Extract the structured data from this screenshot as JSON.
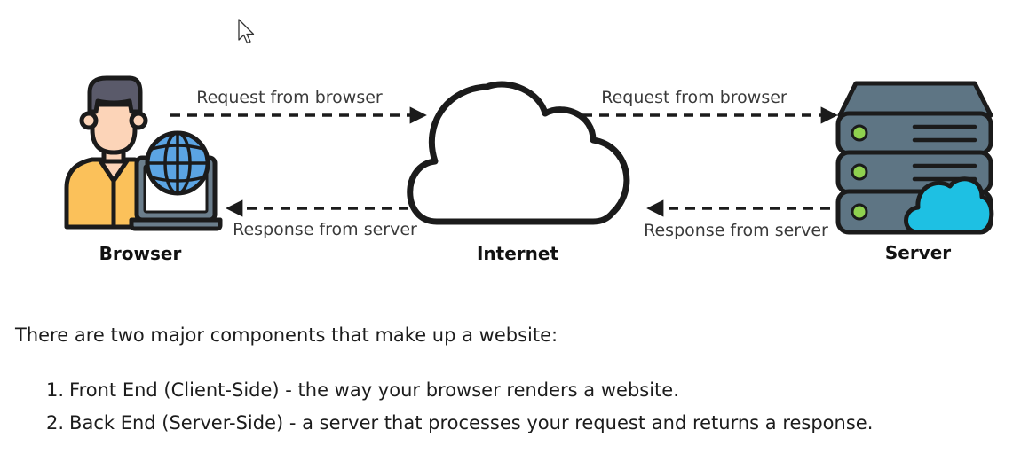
{
  "diagram": {
    "nodes": {
      "browser": {
        "label": "Browser",
        "icon": "user-laptop-globe-icon"
      },
      "internet": {
        "label": "Internet",
        "icon": "cloud-icon"
      },
      "server": {
        "label": "Server",
        "icon": "server-rack-cloud-icon"
      }
    },
    "edges": [
      {
        "from": "browser",
        "to": "internet",
        "label": "Request from browser"
      },
      {
        "from": "internet",
        "to": "browser",
        "label": "Response from server"
      },
      {
        "from": "internet",
        "to": "server",
        "label": "Request from browser"
      },
      {
        "from": "server",
        "to": "internet",
        "label": "Response from server"
      }
    ]
  },
  "text": {
    "intro": "There are two major components that make up a website:",
    "items": [
      {
        "number": "1.",
        "text": "Front End (Client-Side) - the way your browser renders a website."
      },
      {
        "number": "2.",
        "text": "Back End (Server-Side) - a server that processes your request and returns a response."
      }
    ]
  },
  "colors": {
    "outline": "#1b1b1b",
    "skin": "#fcd4b8",
    "shirt": "#fbc15a",
    "hair": "#5a5a6a",
    "globe": "#5ba4e3",
    "server_body": "#5e7584",
    "server_cloud": "#1ec0e3",
    "server_led": "#8fd14f"
  }
}
